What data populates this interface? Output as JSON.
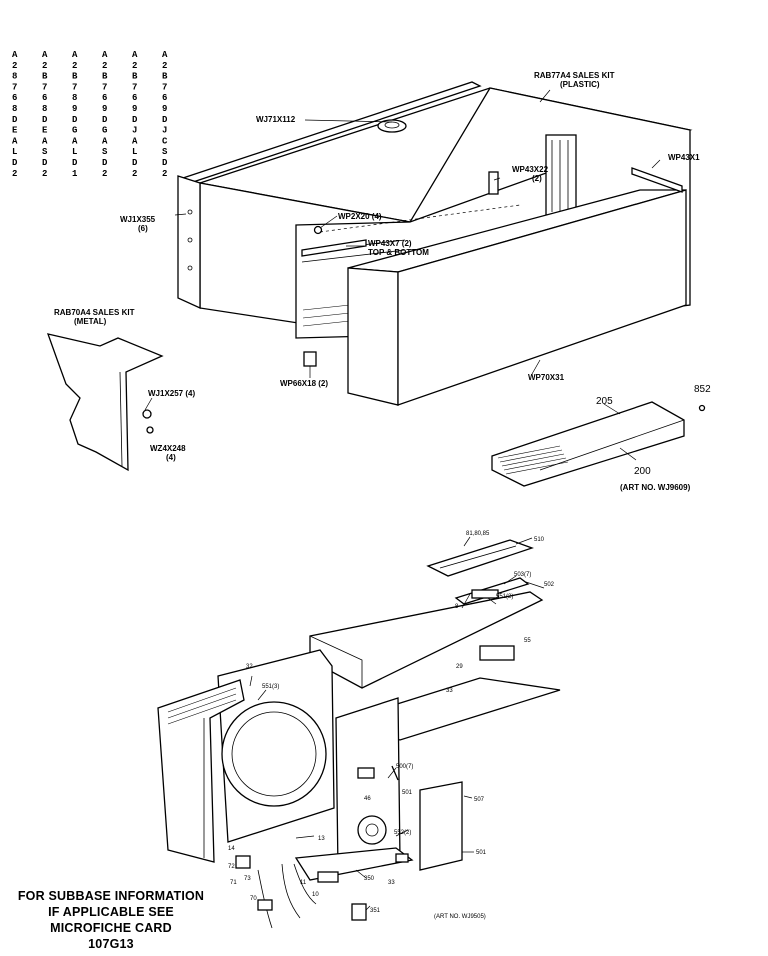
{
  "model_columns": [
    [
      "A",
      "2",
      "8",
      "7",
      "6",
      "8",
      "D",
      "E",
      "A",
      "L",
      "D",
      "2"
    ],
    [
      "A",
      "2",
      "B",
      "7",
      "6",
      "8",
      "D",
      "E",
      "A",
      "S",
      "D",
      "2"
    ],
    [
      "A",
      "2",
      "B",
      "7",
      "8",
      "9",
      "D",
      "G",
      "A",
      "L",
      "D",
      "1"
    ],
    [
      "A",
      "2",
      "B",
      "7",
      "6",
      "9",
      "D",
      "G",
      "A",
      "S",
      "D",
      "2"
    ],
    [
      "A",
      "2",
      "B",
      "7",
      "6",
      "9",
      "D",
      "J",
      "A",
      "L",
      "D",
      "2"
    ],
    [
      "A",
      "2",
      "B",
      "7",
      "6",
      "9",
      "D",
      "J",
      "C",
      "S",
      "D",
      "2"
    ]
  ],
  "top_labels": {
    "rab77a4_l1": "RAB77A4 SALES KIT",
    "rab77a4_l2": "(PLASTIC)",
    "wj71x112": "WJ71X112",
    "wp43x1": "WP43X1",
    "wp43x22_l1": "WP43X22",
    "wp43x22_l2": "(2)",
    "wj1x355_l1": "WJ1X355",
    "wj1x355_l2": "(6)",
    "wp2x20": "WP2X20 (4)",
    "wp43x7_l1": "WP43X7 (2)",
    "wp43x7_l2": "TOP & BOTTOM",
    "rab70a4_l1": "RAB70A4 SALES KIT",
    "rab70a4_l2": "(METAL)",
    "wj1x257": "WJ1X257 (4)",
    "wz4x248_l1": "WZ4X248",
    "wz4x248_l2": "(4)",
    "wp66x18": "WP66X18 (2)",
    "wp70x31": "WP70X31",
    "n205": "205",
    "n852": "852",
    "n200": "200",
    "art_top": "(ART NO. WJ9609)"
  },
  "bottom_labels": {
    "l_hw": "81,80,85",
    "l_510": "510",
    "l_503": "503(7)",
    "l_502": "502",
    "l_551": "551(2)",
    "l_8": "8",
    "l_55": "55",
    "l_32": "32",
    "l_29": "29",
    "l_551b": "551(3)",
    "l_33": "33",
    "l_500": "500(7)",
    "l_46": "46",
    "l_501": "501",
    "l_507": "507",
    "l_552": "552(2)",
    "l_501b": "501",
    "l_33b": "33",
    "l_13": "13",
    "l_14": "14",
    "l_72": "72",
    "l_73": "73",
    "l_71": "71",
    "l_70": "70",
    "l_350": "350",
    "l_11": "11",
    "l_10": "10",
    "l_351": "351",
    "art_bottom": "(ART NO. WJ9505)"
  },
  "note": {
    "line1": "FOR SUBBASE INFORMATION",
    "line2": "IF APPLICABLE SEE",
    "line3": "MICROFICHE CARD",
    "line4": "107G13"
  }
}
